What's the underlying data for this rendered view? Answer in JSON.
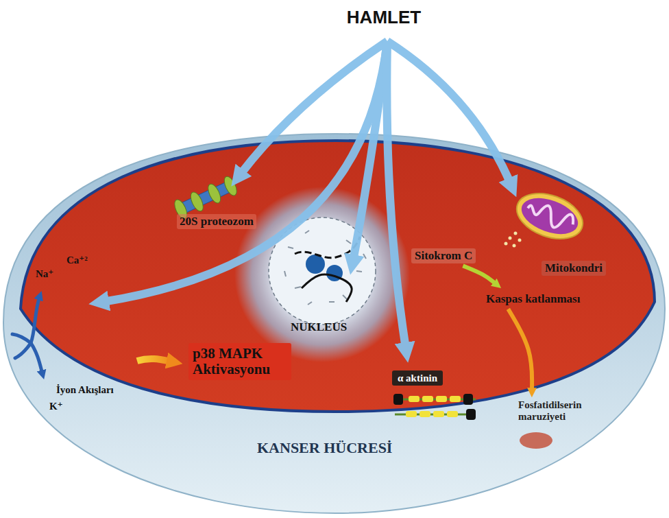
{
  "diagram": {
    "title": "HAMLET",
    "nodes": [
      {
        "text": [
          "KANSER HÜCRESİ"
        ]
      },
      {
        "text": [
          "20S proteozom"
        ],
        "in": 0
      },
      {
        "text": [
          "NUKLEUS"
        ],
        "in": 0
      },
      {
        "text": [
          "Sitokrom C"
        ],
        "in": 0
      },
      {
        "text": [
          "Mitokondri"
        ],
        "in": 0
      },
      {
        "text": [
          "Kaspas katlanması"
        ],
        "in": 0
      },
      {
        "text": [
          "p38 MAPK Aktivasyonu"
        ],
        "in": 0
      },
      {
        "text": [
          "α aktinin"
        ],
        "in": 0
      },
      {
        "text": [
          "Fosfatidilserin maruziyeti"
        ],
        "in": 0
      }
    ],
    "edges": [
      {
        "from": 3,
        "to": 5,
        "arrow": "to"
      },
      {
        "from": 5,
        "to": 8,
        "arrow": "to"
      }
    ],
    "labels": [
      "Na⁺",
      "Ca⁺²",
      "İyon Akışları",
      "K⁺"
    ]
  }
}
